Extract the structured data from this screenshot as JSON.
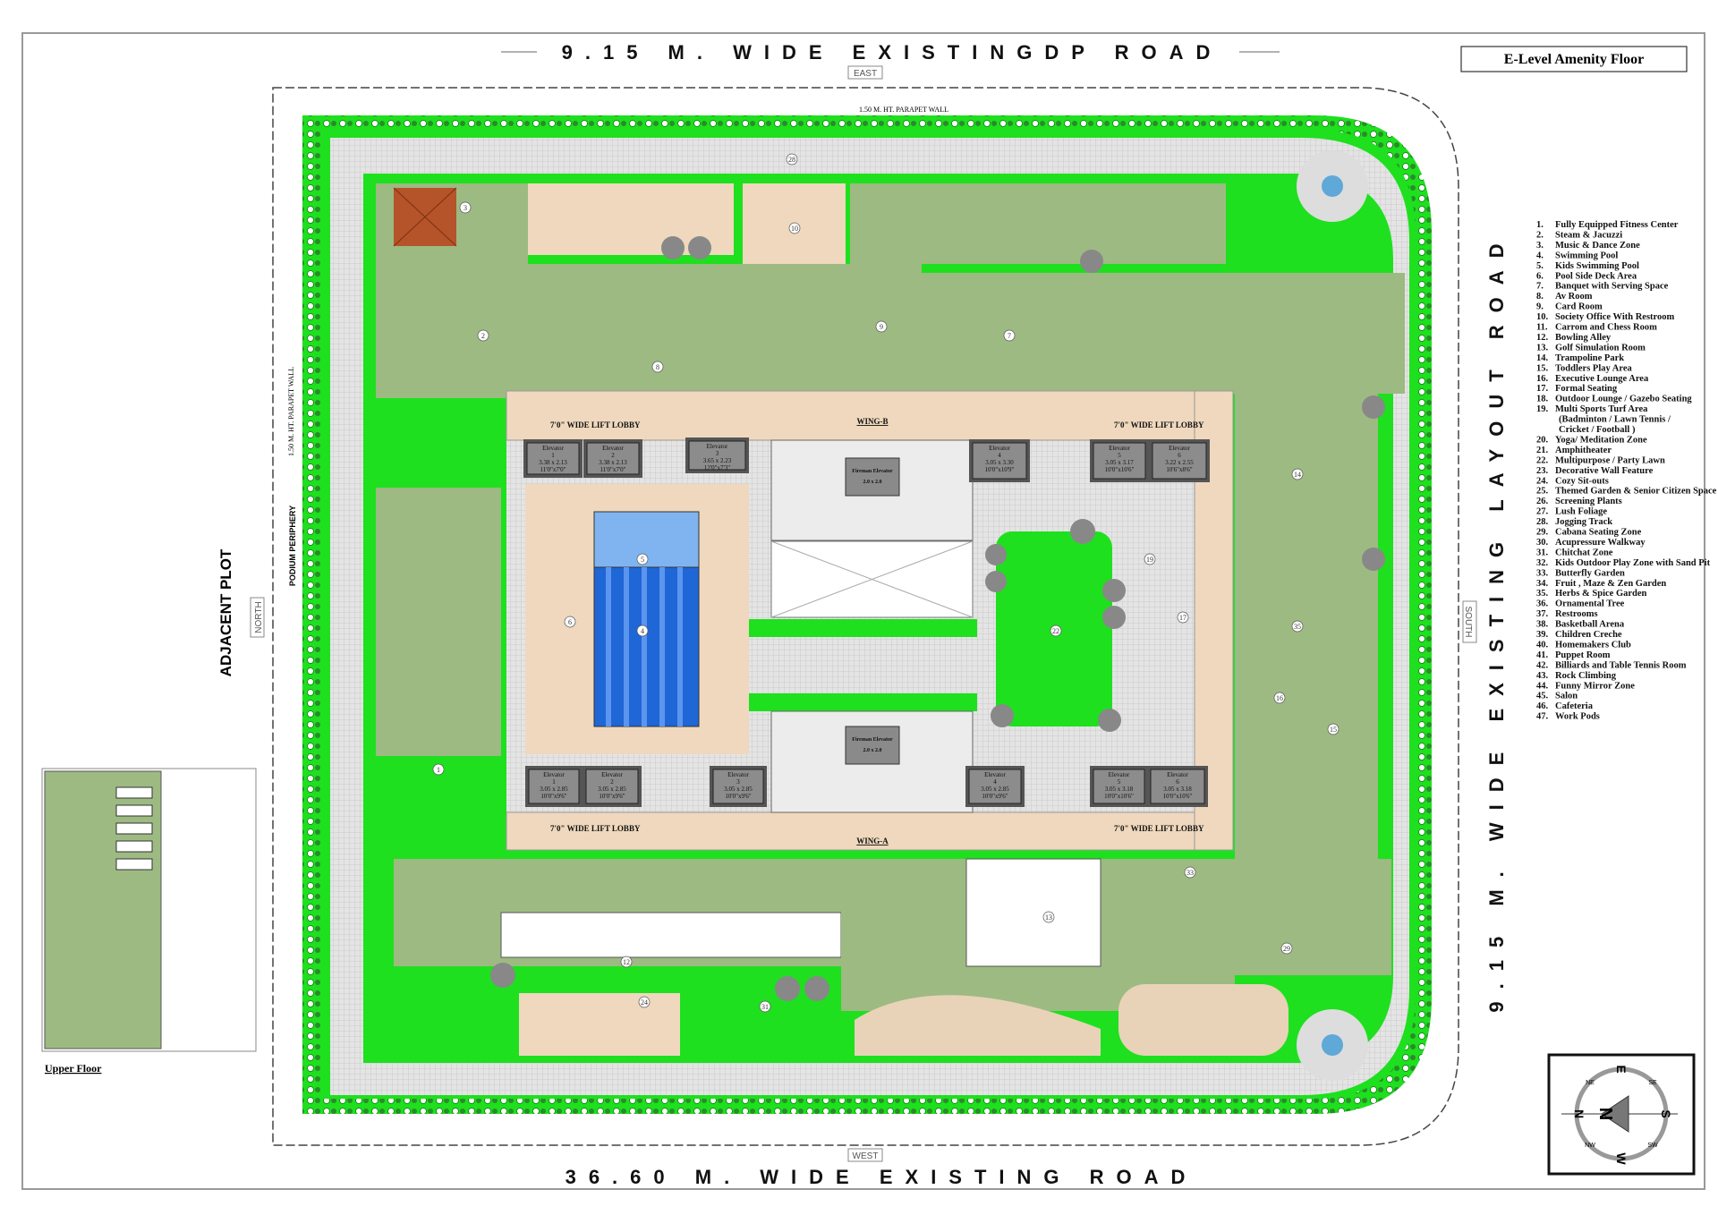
{
  "title": "E-Level Amenity Floor",
  "roads": {
    "top": "9.15 M. WIDE EXISTINGDP ROAD",
    "bottom": "36.60 M. WIDE EXISTING ROAD",
    "right": "9.15 M. WIDE EXISTING LAYOUT ROAD"
  },
  "directions": {
    "east": "EAST",
    "west": "WEST",
    "north": "NORTH",
    "south": "SOUTH"
  },
  "site_labels": {
    "adjacent_plot": "ADJACENT PLOT",
    "podium_periphery": "PODIUM PERIPHERY",
    "parapet_top": "1.50 M. HT. PARAPET WALL",
    "parapet_left": "1.50 M. HT. PARAPET WALL",
    "upper_floor": "Upper Floor"
  },
  "wings": {
    "wing_b": {
      "name": "WING-B",
      "lobby": "7'0\" WIDE LIFT LOBBY",
      "elevators": [
        {
          "label": "Elevator",
          "no": "1",
          "metric": "3.38 x 2.13",
          "imperial": "11'0\"x7'0\""
        },
        {
          "label": "Elevator",
          "no": "2",
          "metric": "3.38 x 2.13",
          "imperial": "11'0\"x7'0\""
        },
        {
          "label": "Elevator",
          "no": "3",
          "metric": "3.65 x 2.23",
          "imperial": "12'0\"x7'3\""
        },
        {
          "label": "Elevator",
          "no": "4",
          "metric": "3.05 x 3.30",
          "imperial": "10'0\"x10'9\""
        },
        {
          "label": "Elevator",
          "no": "5",
          "metric": "3.05 x 3.17",
          "imperial": "10'0\"x10'6\""
        },
        {
          "label": "Elevator",
          "no": "6",
          "metric": "3.22 x 2.55",
          "imperial": "10'6\"x8'6\""
        }
      ]
    },
    "wing_a": {
      "name": "WING-A",
      "lobby": "7'0\" WIDE LIFT LOBBY",
      "elevators": [
        {
          "label": "Elevator",
          "no": "1",
          "metric": "3.05 x 2.85",
          "imperial": "10'0\"x9'6\""
        },
        {
          "label": "Elevator",
          "no": "2",
          "metric": "3.05 x 2.85",
          "imperial": "10'0\"x9'6\""
        },
        {
          "label": "Elevator",
          "no": "3",
          "metric": "3.05 x 2.85",
          "imperial": "10'0\"x9'6\""
        },
        {
          "label": "Elevator",
          "no": "4",
          "metric": "3.05 x 2.85",
          "imperial": "10'0\"x9'6\""
        },
        {
          "label": "Elevator",
          "no": "5",
          "metric": "3.05 x 3.18",
          "imperial": "10'0\"x10'6\""
        },
        {
          "label": "Elevator",
          "no": "6",
          "metric": "3.05 x 3.18",
          "imperial": "10'0\"x10'6\""
        }
      ]
    },
    "fireman_elevator": {
      "label": "Fireman Elevator",
      "metric": "2.0 x 2.0"
    }
  },
  "legend": [
    "1. Fully Equipped Fitness Center",
    "2. Steam & Jacuzzi",
    "3. Music & Dance Zone",
    "4. Swimming Pool",
    "5. Kids Swimming Pool",
    "6. Pool Side Deck Area",
    "7. Banquet with Serving Space",
    "8. Av Room",
    "9. Card Room",
    "10. Society Office With Restroom",
    "11. Carrom and Chess Room",
    "12. Bowling Alley",
    "13. Golf Simulation Room",
    "14. Trampoline Park",
    "15. Toddlers Play Area",
    "16. Executive Lounge Area",
    "17. Formal Seating",
    "18. Outdoor Lounge / Gazebo Seating",
    "19. Multi Sports Turf Area",
    "(Badminton / Lawn Tennis /",
    "Cricket / Football )",
    "20. Yoga/ Meditation Zone",
    "21. Amphitheater",
    "22. Multipurpose / Party Lawn",
    "23. Decorative Wall Feature",
    "24. Cozy Sit-outs",
    "25. Themed Garden & Senior Citizen Space",
    "26. Screening Plants",
    "27. Lush Foliage",
    "28. Jogging Track",
    "29. Cabana Seating Zone",
    "30. Acupressure Walkway",
    "31. Chitchat Zone",
    "32. Kids Outdoor Play Zone with Sand Pit",
    "33. Butterfly Garden",
    "34. Fruit , Maze & Zen Garden",
    "35. Herbs & Spice Garden",
    "36. Ornamental Tree",
    "37. Restrooms",
    "38. Basketball Arena",
    "39. Children Creche",
    "40. Homemakers Club",
    "41. Puppet Room",
    "42. Billiards and Table Tennis Room",
    "43. Rock Climbing",
    "44. Funny Mirror Zone",
    "45. Salon",
    "46. Cafeteria",
    "47. Work Pods"
  ],
  "zone_markers": [
    "1",
    "2",
    "3",
    "4",
    "5",
    "6",
    "7",
    "8",
    "9",
    "10",
    "12",
    "13",
    "14",
    "15",
    "16",
    "17",
    "19",
    "22",
    "24",
    "28",
    "29",
    "31",
    "33",
    "35"
  ],
  "compass": {
    "n": "N",
    "e": "E",
    "s": "S",
    "w": "W",
    "ne": "NE",
    "se": "SE",
    "sw": "SW",
    "nw": "NW"
  },
  "colors": {
    "lawn": "#1ee01e",
    "green_area": "#9dba82",
    "deck": "#efd8bd",
    "pool": "#1f66d6",
    "kids_pool": "#7fb4f0",
    "paving": "#d6d6d6",
    "lobby": "#efd8bd",
    "core": "#7b7b7b"
  }
}
